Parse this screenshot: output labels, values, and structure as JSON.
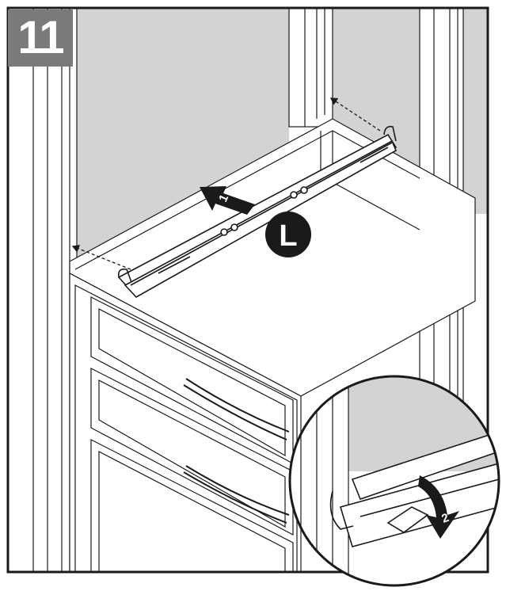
{
  "step": {
    "number": "11"
  },
  "callouts": {
    "rail_label": "L",
    "arrow_1": "1",
    "arrow_2": "2"
  },
  "icons": [
    "dashed-arrow-icon",
    "push-arrow-icon",
    "rotate-arrow-icon"
  ],
  "colors": {
    "badge": "#7a7a7a",
    "wall": "#d4d4d4",
    "line": "#1a1a1a",
    "cabinet": "#ffffff"
  }
}
